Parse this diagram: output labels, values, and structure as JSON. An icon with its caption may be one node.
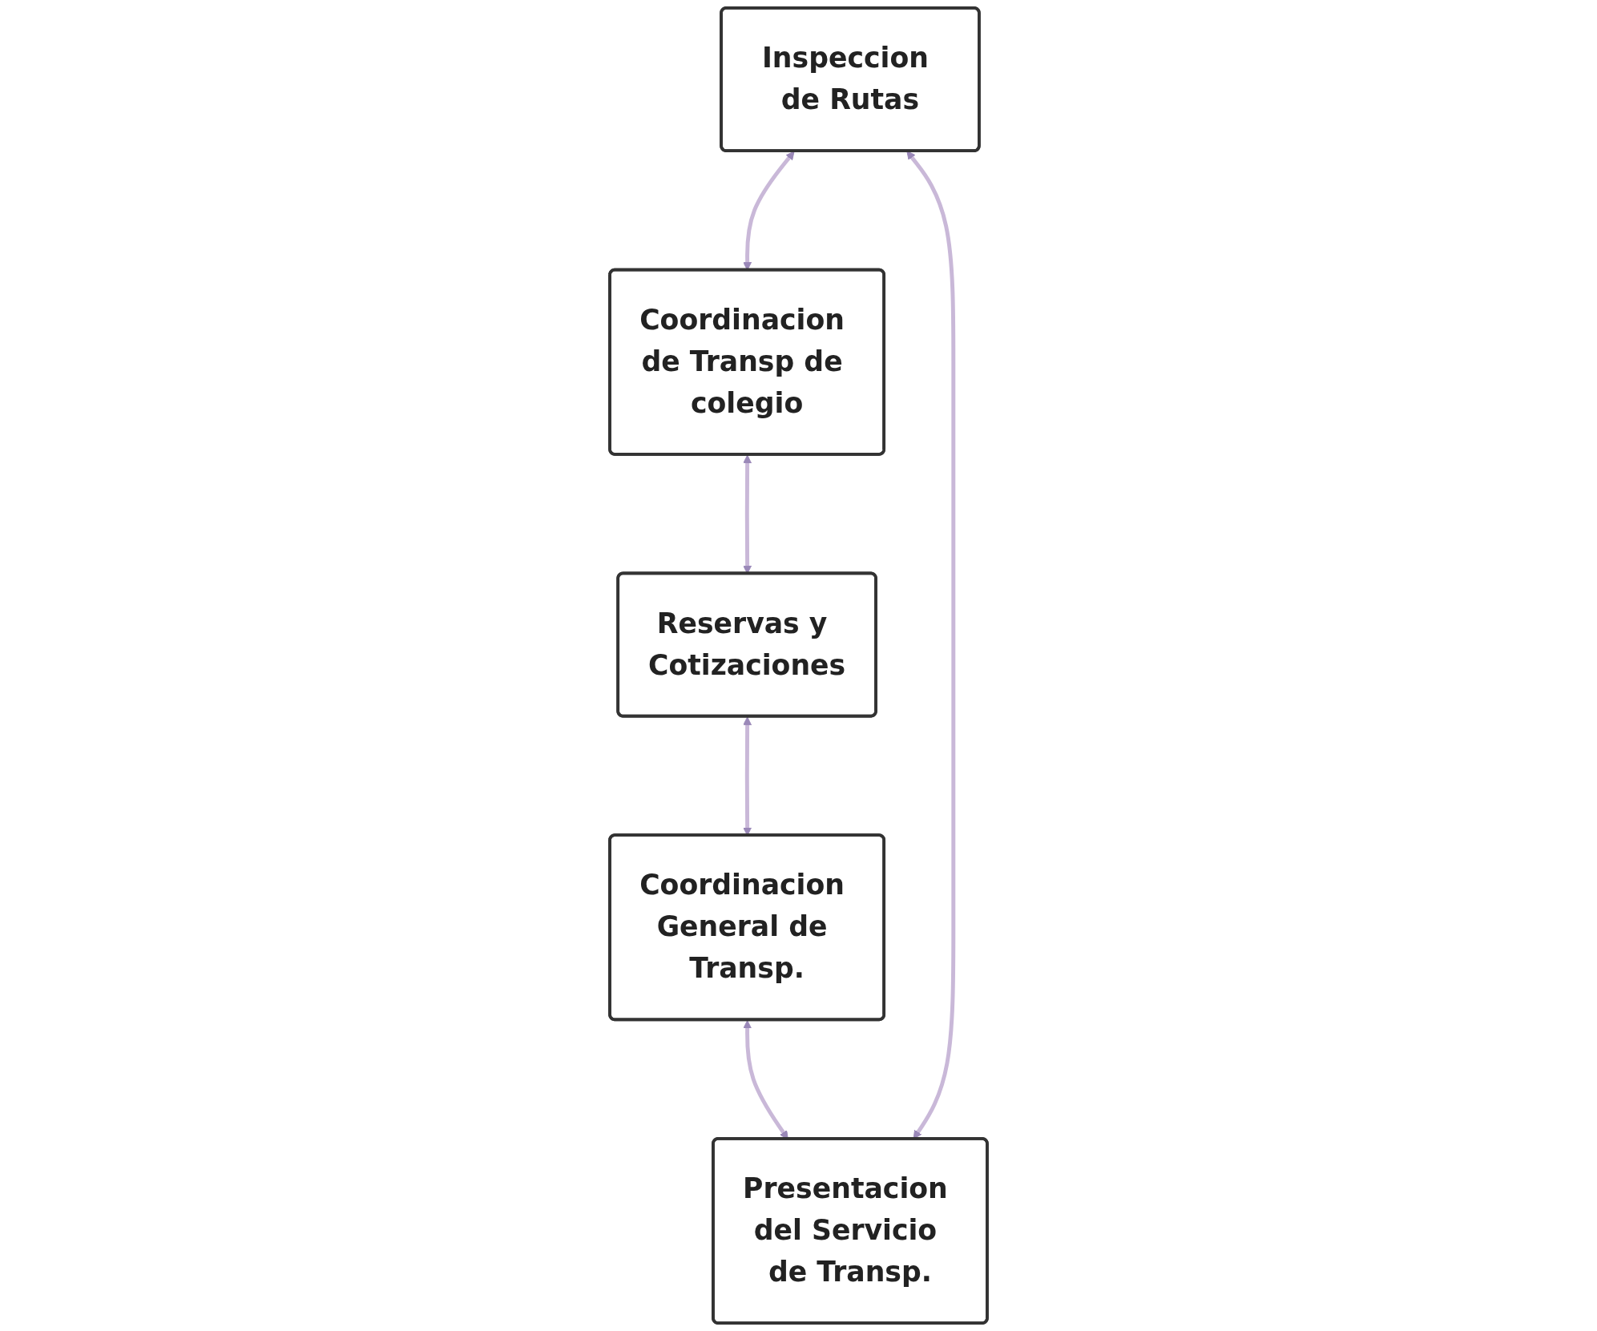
{
  "diagram": {
    "nodes": [
      {
        "text": [
          "Inspeccion de Rutas"
        ]
      },
      {
        "text": [
          "Presentacion del Servicio de Transp."
        ]
      },
      {
        "text": [
          "Coordinacion de Transp de colegio"
        ]
      },
      {
        "text": [
          "Coordinacion General de Transp."
        ]
      },
      {
        "text": [
          "Reservas y Cotizaciones"
        ]
      }
    ],
    "edges": [
      {
        "from": 1,
        "to": 0,
        "arrow": "both"
      },
      {
        "from": 0,
        "to": 2,
        "arrow": "both"
      },
      {
        "from": 2,
        "to": 4,
        "arrow": "both"
      },
      {
        "from": 4,
        "to": 3,
        "arrow": "both"
      },
      {
        "from": 3,
        "to": 1,
        "arrow": "both"
      }
    ]
  }
}
